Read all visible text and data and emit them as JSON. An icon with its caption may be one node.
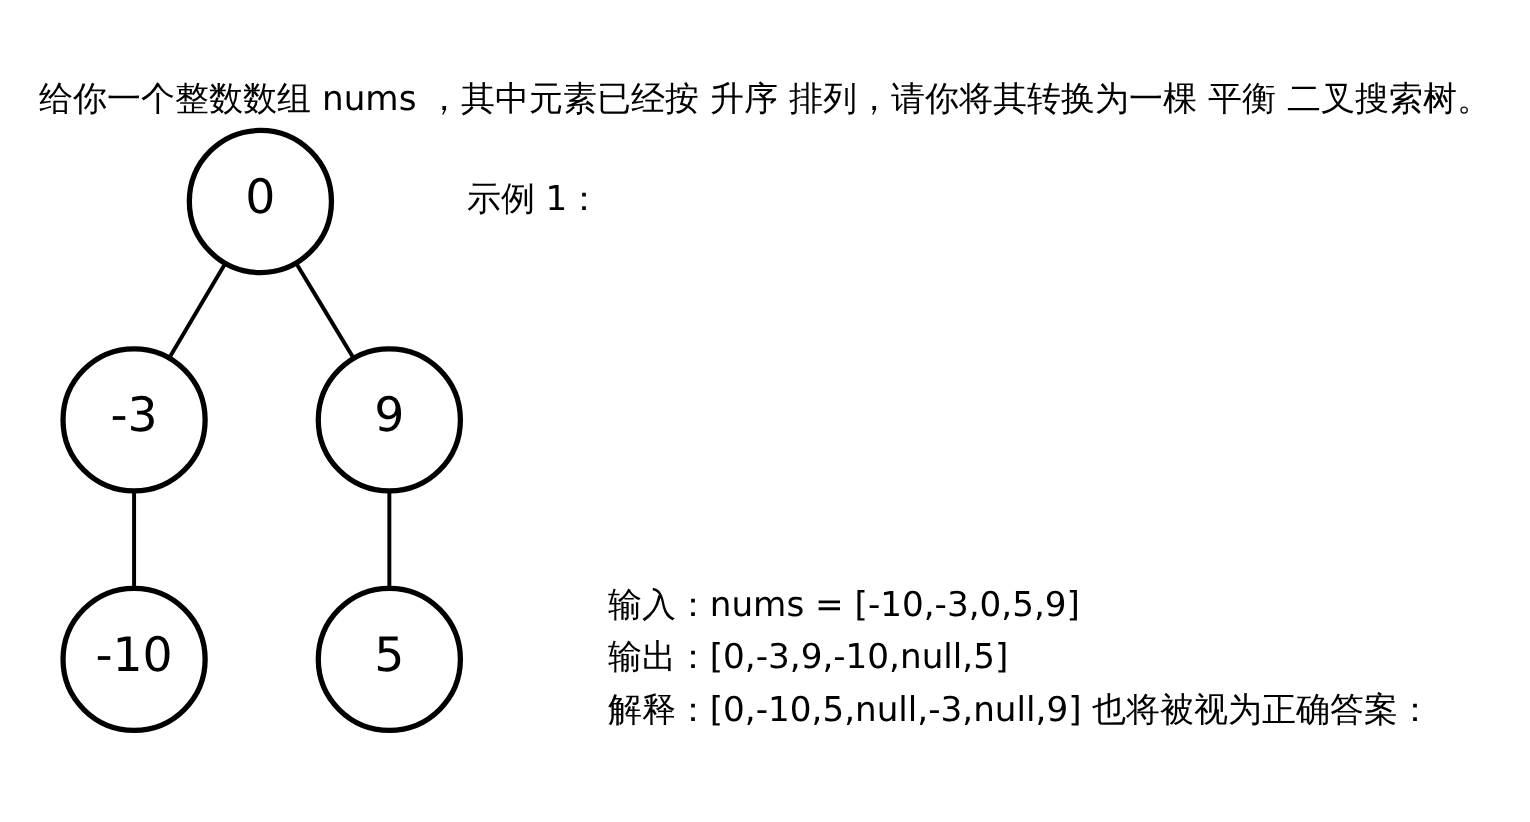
{
  "diagram": {
    "title": "给你一个整数数组 nums ，其中元素已经按 升序 排列，请你将其转换为一棵 平衡 二叉搜索树。",
    "nodes": [
      {
        "text": [
          "0"
        ]
      },
      {
        "text": [
          "-3"
        ]
      },
      {
        "text": [
          "9"
        ]
      },
      {
        "text": [
          "-10"
        ]
      },
      {
        "text": [
          "5"
        ]
      }
    ],
    "edges": [
      {
        "from": 0,
        "to": 1,
        "arrow": "none"
      },
      {
        "from": 0,
        "to": 2,
        "arrow": "none"
      },
      {
        "from": 1,
        "to": 3,
        "arrow": "none"
      },
      {
        "from": 2,
        "to": 4,
        "arrow": "none"
      }
    ],
    "labels": [
      "示例 1：",
      "输入：nums = [-10,-3,0,5,9]",
      "输出：[0,-3,9,-10,null,5]",
      "解释：[0,-10,5,null,-3,null,9] 也将被视为正确答案："
    ]
  }
}
